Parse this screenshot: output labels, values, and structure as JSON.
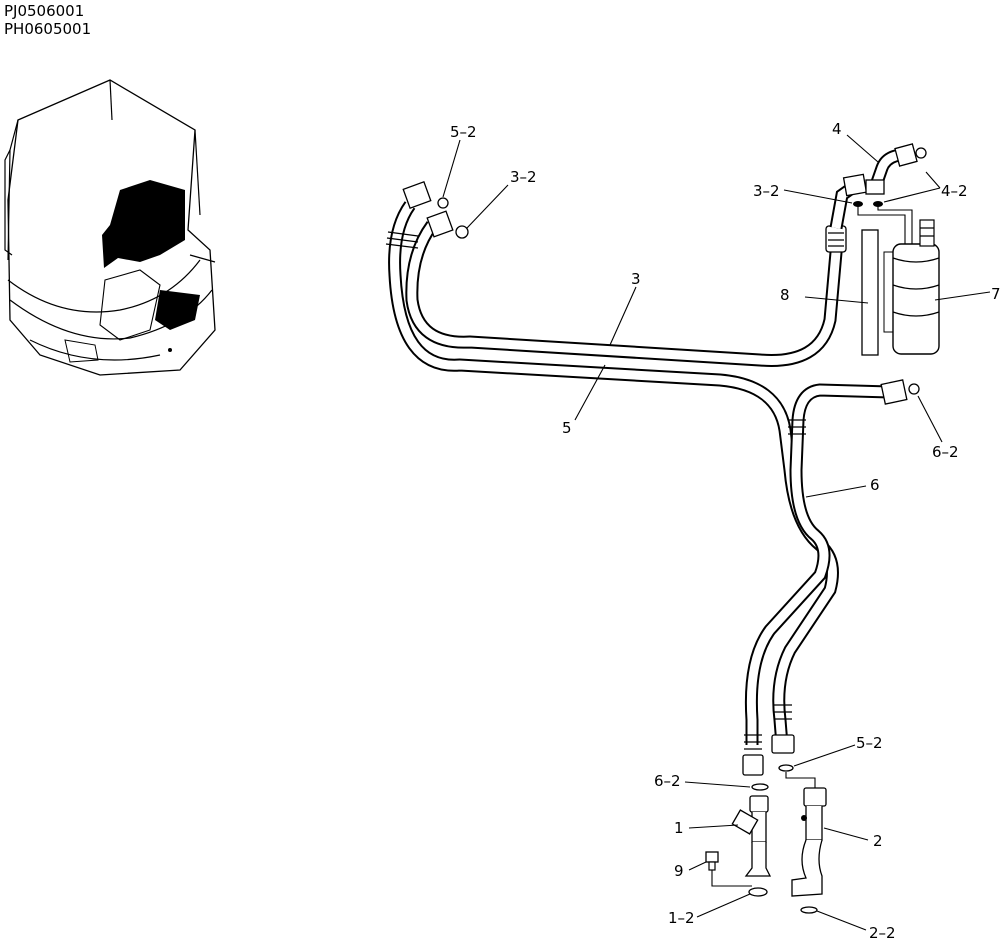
{
  "header": {
    "codes": [
      "PJ0506001",
      "PH0605001"
    ]
  },
  "callouts": {
    "c1": "1",
    "c1_2": "1–2",
    "c2": "2",
    "c2_2": "2–2",
    "c3": "3",
    "c3_2a": "3–2",
    "c3_2b": "3–2",
    "c4": "4",
    "c4_2": "4–2",
    "c5": "5",
    "c5_2a": "5–2",
    "c5_2b": "5–2",
    "c6": "6",
    "c6_2a": "6–2",
    "c6_2b": "6–2",
    "c7": "7",
    "c8": "8",
    "c9": "9"
  }
}
